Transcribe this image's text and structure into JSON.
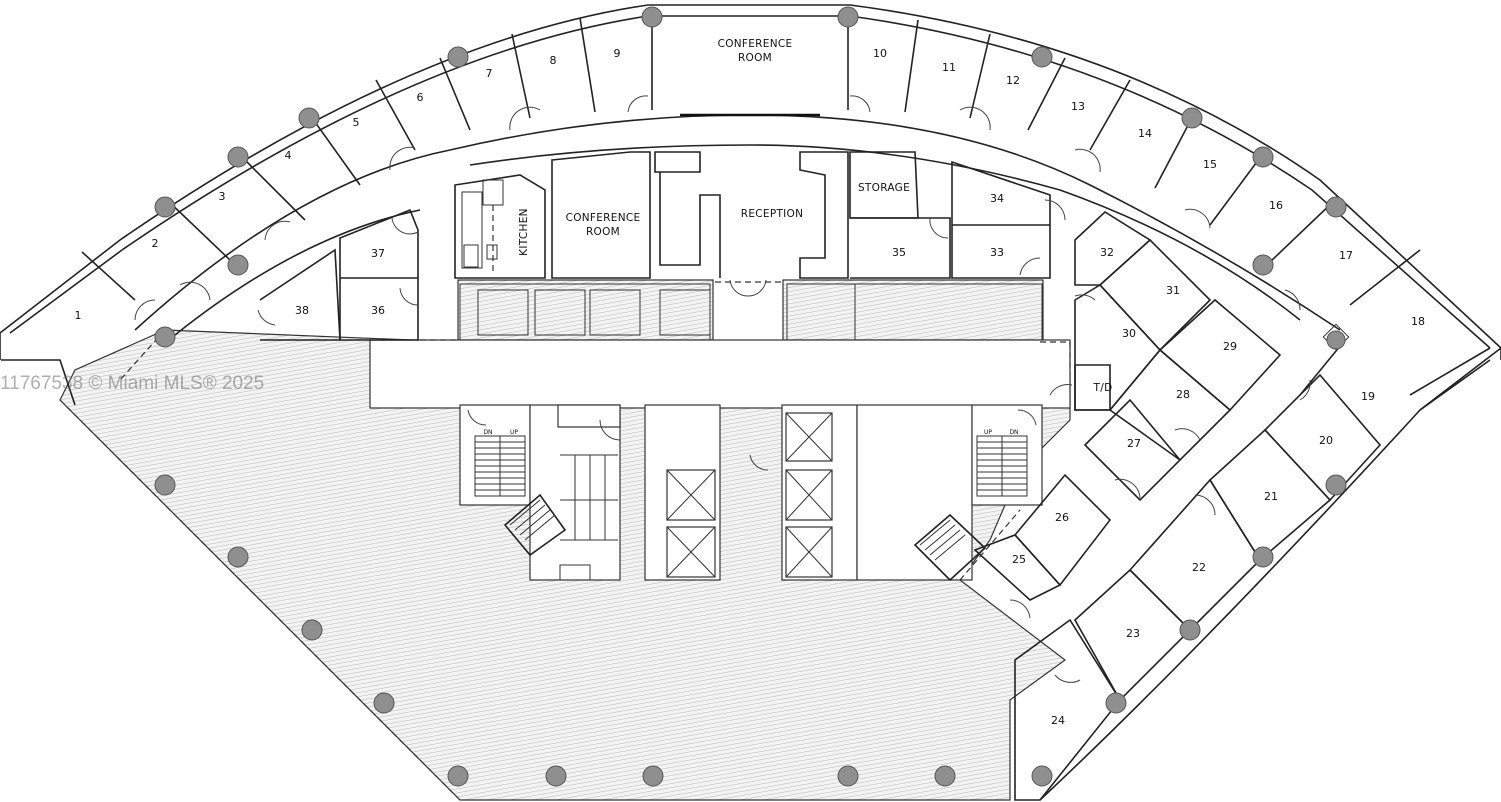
{
  "rooms": {
    "r1": "1",
    "r2": "2",
    "r3": "3",
    "r4": "4",
    "r5": "5",
    "r6": "6",
    "r7": "7",
    "r8": "8",
    "r9": "9",
    "r10": "10",
    "r11": "11",
    "r12": "12",
    "r13": "13",
    "r14": "14",
    "r15": "15",
    "r16": "16",
    "r17": "17",
    "r18": "18",
    "r19": "19",
    "r20": "20",
    "r21": "21",
    "r22": "22",
    "r23": "23",
    "r24": "24",
    "r25": "25",
    "r26": "26",
    "r27": "27",
    "r28": "28",
    "r29": "29",
    "r30": "30",
    "r31": "31",
    "r32": "32",
    "r33": "33",
    "r34": "34",
    "r35": "35",
    "r36": "36",
    "r37": "37",
    "r38": "38"
  },
  "labels": {
    "conference_top_1": "CONFERENCE",
    "conference_top_2": "ROOM",
    "conference_mid_1": "CONFERENCE",
    "conference_mid_2": "ROOM",
    "kitchen": "KITCHEN",
    "reception": "RECEPTION",
    "storage": "STORAGE",
    "td": "T/D",
    "stair_dn": "DN",
    "stair_up": "UP"
  },
  "watermark": "11767538 © Miami MLS® 2025",
  "colors": {
    "wall": "#222222",
    "column": "#8f8f8f",
    "hatch": "#bdbdbd",
    "background": "#ffffff"
  }
}
